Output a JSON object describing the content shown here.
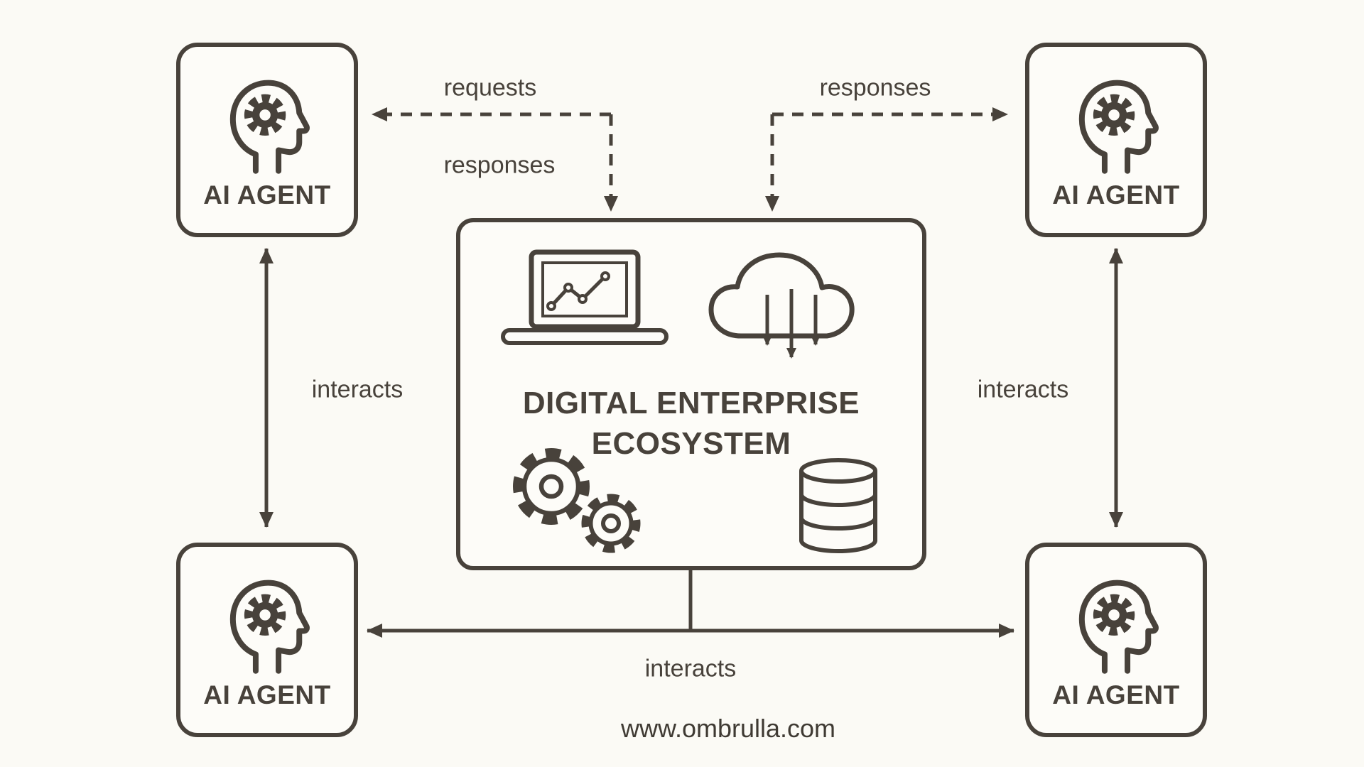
{
  "page": {
    "background_color": "#fbfaf5",
    "ink_color": "#48423b",
    "footer": {
      "text": "www.ombrulla.com"
    }
  },
  "agents": [
    {
      "position": "top-left",
      "label": "AI AGENT",
      "icon": "ai-head-gear-icon"
    },
    {
      "position": "top-right",
      "label": "AI AGENT",
      "icon": "ai-head-gear-icon"
    },
    {
      "position": "bottom-left",
      "label": "AI AGENT",
      "icon": "ai-head-gear-icon"
    },
    {
      "position": "bottom-right",
      "label": "AI AGENT",
      "icon": "ai-head-gear-icon"
    }
  ],
  "center": {
    "title_line1": "DIGITAL ENTERPRISE",
    "title_line2": "ECOSYSTEM",
    "icons": [
      "laptop-chart-icon",
      "cloud-download-icon",
      "gears-icon",
      "database-icon"
    ]
  },
  "connections": {
    "top_left": {
      "style": "dashed",
      "label_top": "requests",
      "label_bottom": "responses"
    },
    "top_right": {
      "style": "dashed",
      "label": "responses"
    },
    "left": {
      "style": "solid-double-arrow",
      "label": "interacts"
    },
    "right": {
      "style": "solid-double-arrow",
      "label": "interacts"
    },
    "bottom": {
      "style": "solid-double-arrow",
      "label": "interacts"
    }
  }
}
